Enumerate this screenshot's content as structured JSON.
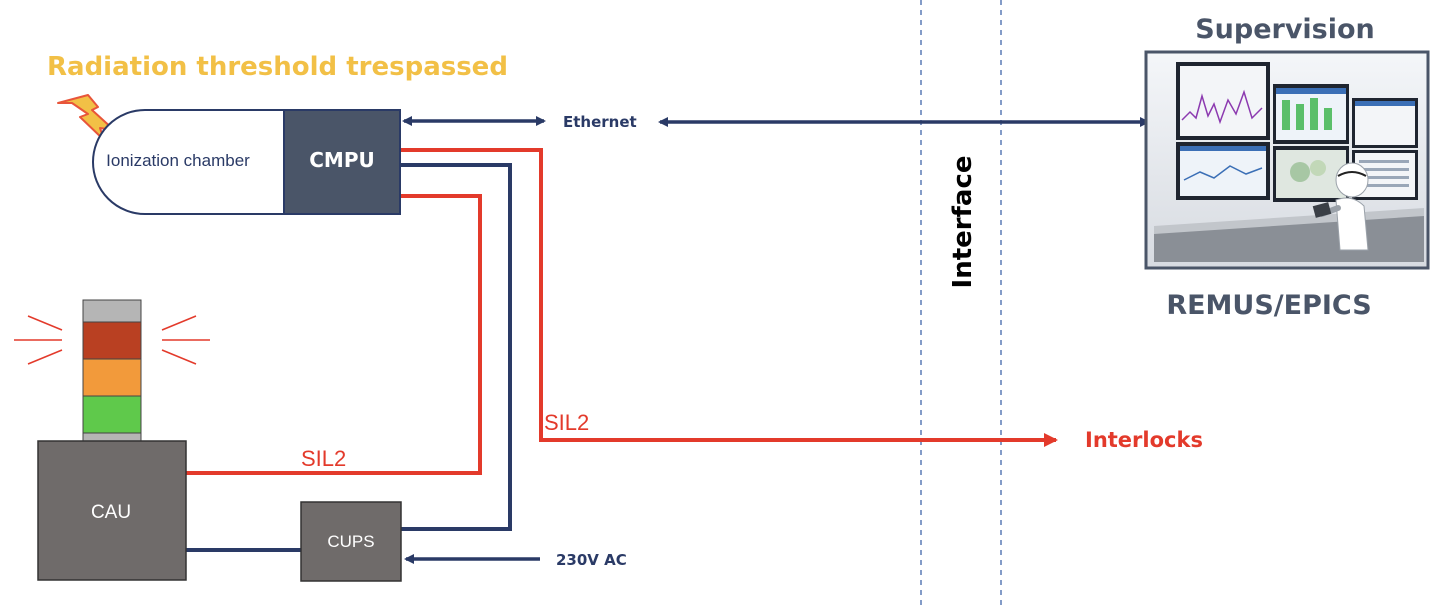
{
  "alert": {
    "text": "Radiation threshold trespassed"
  },
  "detector": {
    "chamber_label": "Ionization chamber",
    "cmpu_label": "CMPU"
  },
  "links": {
    "ethernet": "Ethernet",
    "sil2_top": "SIL2",
    "sil2_bottom": "SIL2",
    "power": "230V AC"
  },
  "interface": {
    "label": "Interface"
  },
  "supervision": {
    "title": "Supervision",
    "system": "REMUS/EPICS"
  },
  "outputs": {
    "interlocks": "Interlocks"
  },
  "alarm_unit": {
    "cau_label": "CAU",
    "cups_label": "CUPS",
    "beacon_colors": [
      "#b5b5b5",
      "#b94022",
      "#f29a3b",
      "#5fc94b",
      "#b5b5b5"
    ]
  },
  "colors": {
    "navy": "#2a3a66",
    "red": "#e33a2b",
    "alert_yellow": "#f2c046",
    "box_slate": "#4a5568",
    "box_gray": "#6f6b6a",
    "text_gray": "#4a5568"
  }
}
